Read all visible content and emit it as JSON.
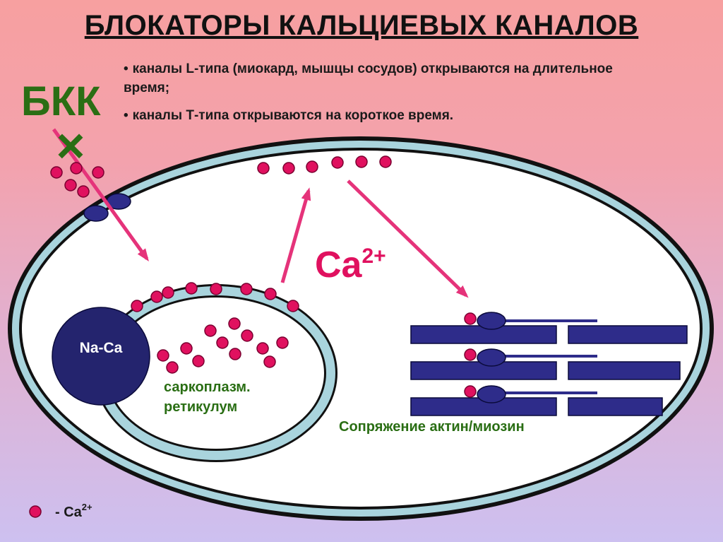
{
  "slide": {
    "title": "БЛОКАТОРЫ КАЛЬЦИЕВЫХ КАНАЛОВ",
    "blocker_label": "БКК",
    "bullets": [
      "каналы L-типа (миокард, мышцы сосудов) открываются на длительное время;",
      "каналы Т-типа открываются на короткое время."
    ]
  },
  "diagram": {
    "ion_label": "Ca",
    "ion_charge": "2+",
    "exchanger_label": "Na-Ca",
    "sr_label_line1": "саркоплазм.",
    "sr_label_line2": "ретикулум",
    "actin_myosin_label": "Сопряжение актин/миозин",
    "block_mark": "×",
    "legend_label": "- Ca",
    "legend_charge": "2+"
  },
  "colors": {
    "title_text": "#111111",
    "label_green": "#2a6e14",
    "arrow": "#e5337a",
    "ion_fill": "#e0115f",
    "ion_stroke": "#7a0030",
    "membrane": "#a9d4dd",
    "filament": "#2e2c8a",
    "cell_fill": "#ffffff"
  }
}
